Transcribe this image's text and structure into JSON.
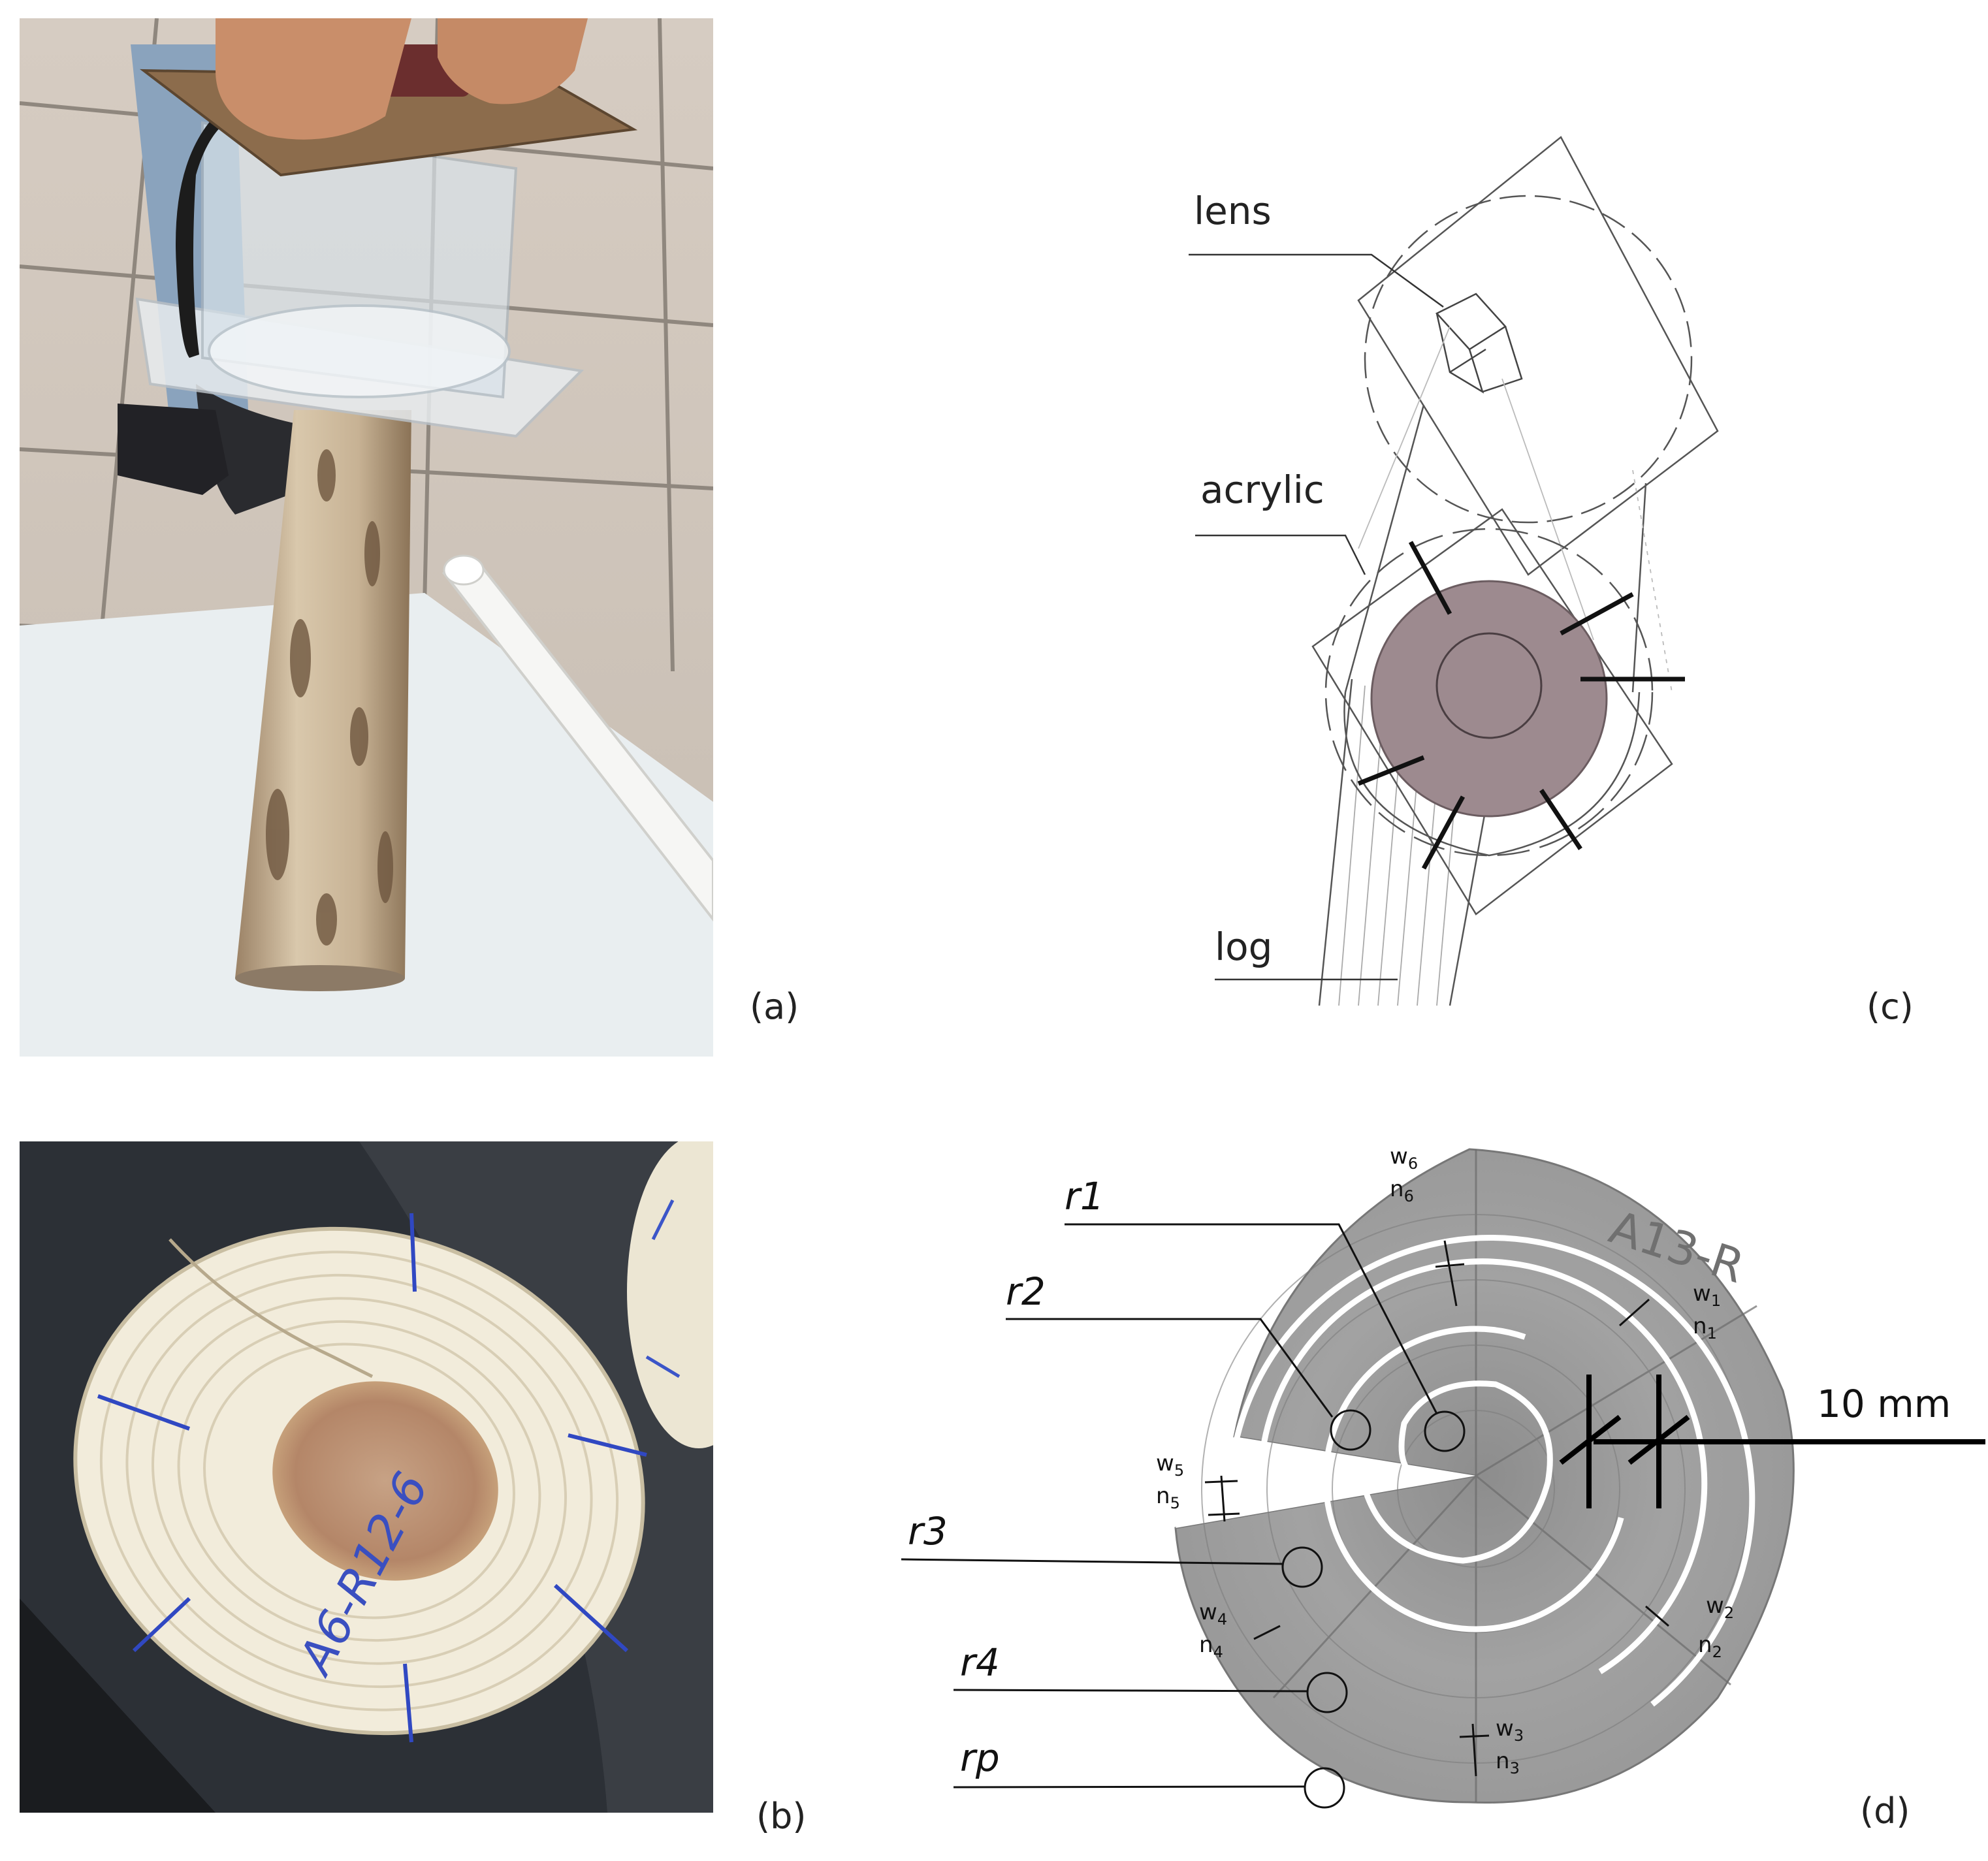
{
  "panels": {
    "a": {
      "label": "(a)"
    },
    "b": {
      "label": "(b)"
    },
    "c": {
      "label": "(c)",
      "callouts": {
        "lens": "lens",
        "acrylic": "acrylic",
        "log": "log"
      }
    },
    "d": {
      "label": "(d)",
      "radii": {
        "r1": "r1",
        "r2": "r2",
        "r3": "r3",
        "r4": "r4",
        "rp": "rp"
      },
      "scale_bar": "10 mm",
      "markers": [
        {
          "w": "w",
          "n": "n",
          "index": "1"
        },
        {
          "w": "w",
          "n": "n",
          "index": "2"
        },
        {
          "w": "w",
          "n": "n",
          "index": "3"
        },
        {
          "w": "w",
          "n": "n",
          "index": "4"
        },
        {
          "w": "w",
          "n": "n",
          "index": "5"
        },
        {
          "w": "w",
          "n": "n",
          "index": "6"
        }
      ]
    }
  },
  "photo_b_handwriting": "A6-R12-6",
  "photo_d_handwriting": "A13-R"
}
